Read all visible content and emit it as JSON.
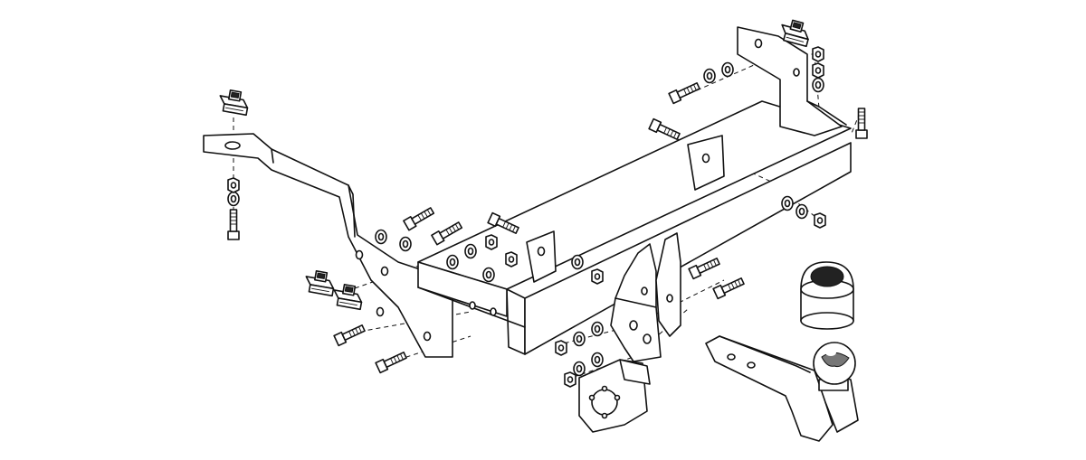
{
  "diagram": {
    "kind": "exploded-assembly",
    "subject": "tow-bar",
    "colors": {
      "line": "#111111",
      "background": "#ffffff",
      "shade": "#777777"
    },
    "parts": [
      "cross-beam",
      "left-side-bracket",
      "right-side-bracket",
      "center-mount-plate",
      "tow-ball-neck",
      "tow-ball",
      "ball-cap",
      "electrical-socket-plate",
      "clamp-nut-plates",
      "bolts",
      "washers",
      "nuts"
    ]
  }
}
